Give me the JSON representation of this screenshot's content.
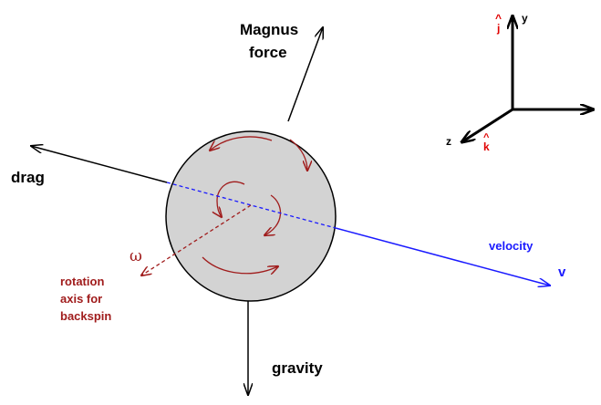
{
  "labels": {
    "magnus_line1": "Magnus",
    "magnus_line2": "force",
    "drag": "drag",
    "gravity": "gravity",
    "velocity": "velocity",
    "v": "v",
    "omega": "ω",
    "rotation_line1": "rotation",
    "rotation_line2": "axis for",
    "rotation_line3": "backspin"
  },
  "axes": {
    "y": "y",
    "z": "z",
    "i_hat": "^",
    "j_hat": "ĵ",
    "k_hat": "k̂",
    "j_letter": "j",
    "k_letter": "k"
  },
  "colors": {
    "ball_fill": "#d3d3d3",
    "ball_stroke": "#000000",
    "spin": "#a01c1c",
    "velocity": "#1a1aff",
    "force": "#000000",
    "unit_vector": "#e00000"
  }
}
